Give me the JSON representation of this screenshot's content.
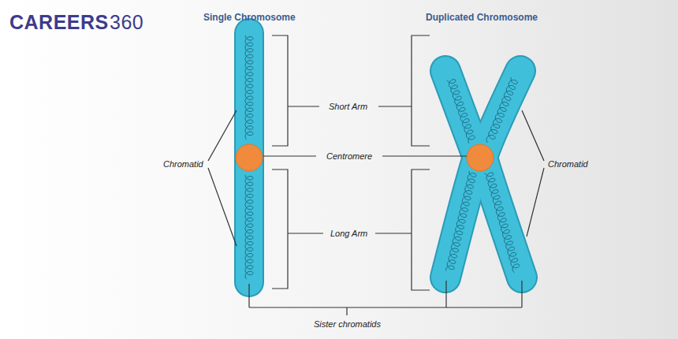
{
  "diagram": {
    "labels": [
      "CAREERS",
      "360",
      "Single Chromosome",
      "Duplicated Chromosome",
      "Short Arm",
      "Chromatid",
      "Centromere",
      "Chromatid",
      "Long Arm",
      "Sister chromatids"
    ]
  }
}
